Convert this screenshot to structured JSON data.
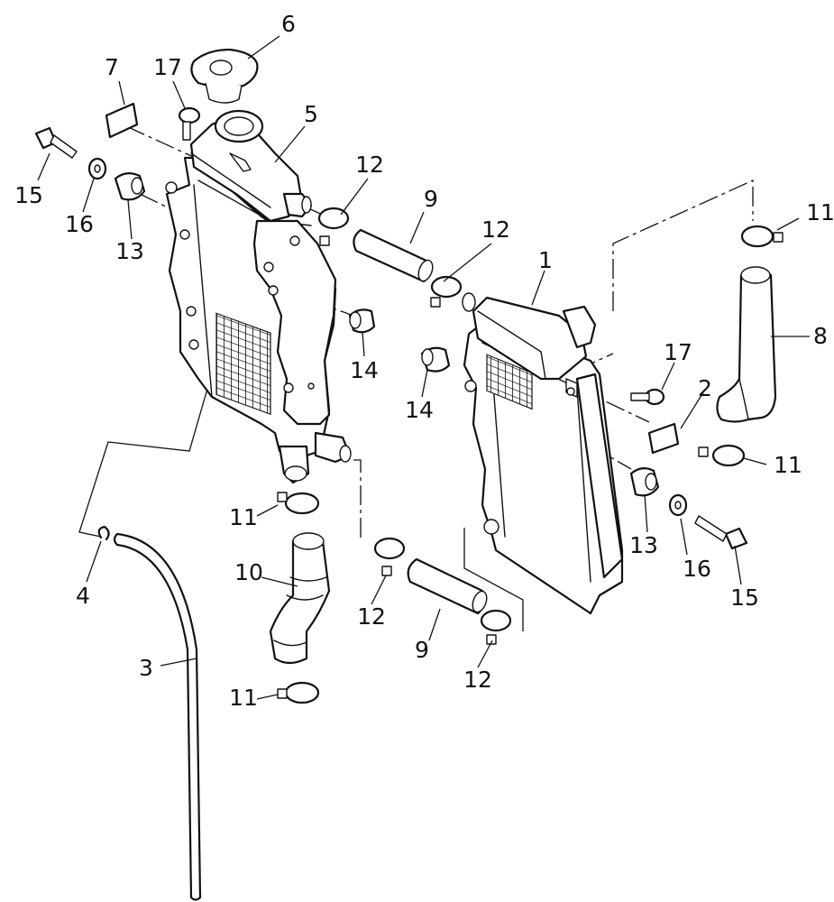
{
  "diagram": {
    "callouts": [
      {
        "id": "c1",
        "text": "1"
      },
      {
        "id": "c2",
        "text": "2"
      },
      {
        "id": "c3",
        "text": "3"
      },
      {
        "id": "c4",
        "text": "4"
      },
      {
        "id": "c5",
        "text": "5"
      },
      {
        "id": "c6",
        "text": "6"
      },
      {
        "id": "c7",
        "text": "7"
      },
      {
        "id": "c8",
        "text": "8"
      },
      {
        "id": "c9a",
        "text": "9"
      },
      {
        "id": "c9b",
        "text": "9"
      },
      {
        "id": "c10",
        "text": "10"
      },
      {
        "id": "c11a",
        "text": "11"
      },
      {
        "id": "c11b",
        "text": "11"
      },
      {
        "id": "c11c",
        "text": "11"
      },
      {
        "id": "c11d",
        "text": "11"
      },
      {
        "id": "c12a",
        "text": "12"
      },
      {
        "id": "c12b",
        "text": "12"
      },
      {
        "id": "c12c",
        "text": "12"
      },
      {
        "id": "c12d",
        "text": "12"
      },
      {
        "id": "c13a",
        "text": "13"
      },
      {
        "id": "c13b",
        "text": "13"
      },
      {
        "id": "c14a",
        "text": "14"
      },
      {
        "id": "c14b",
        "text": "14"
      },
      {
        "id": "c15a",
        "text": "15"
      },
      {
        "id": "c15b",
        "text": "15"
      },
      {
        "id": "c16a",
        "text": "16"
      },
      {
        "id": "c16b",
        "text": "16"
      },
      {
        "id": "c17a",
        "text": "17"
      },
      {
        "id": "c17b",
        "text": "17"
      }
    ]
  }
}
